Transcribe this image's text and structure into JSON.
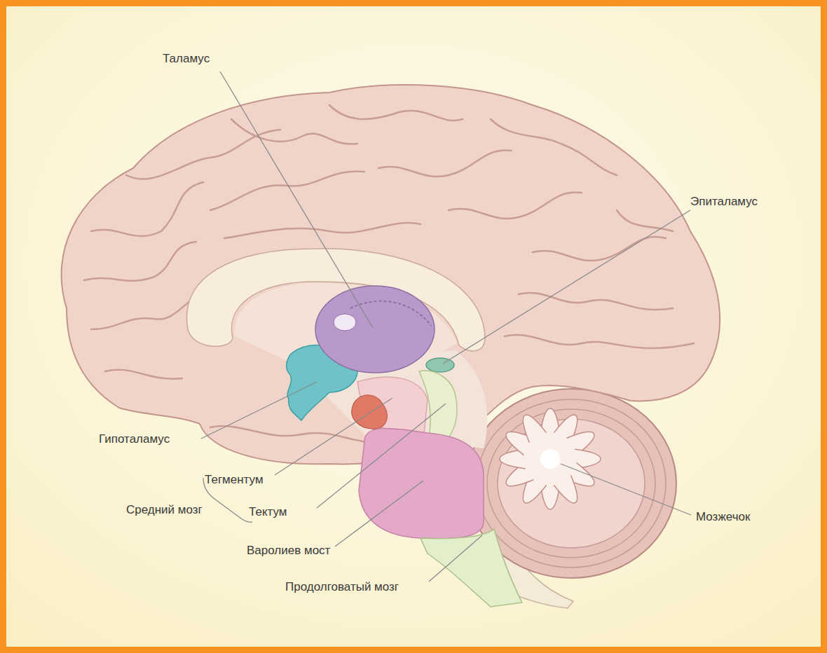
{
  "diagram": {
    "labels": [
      "Таламус",
      "Эпиталамус",
      "Гипоталамус",
      "Тегментум",
      "Средний мозг",
      "Тектум",
      "Варолиев мост",
      "Продолговатый мозг",
      "Мозжечок"
    ]
  }
}
